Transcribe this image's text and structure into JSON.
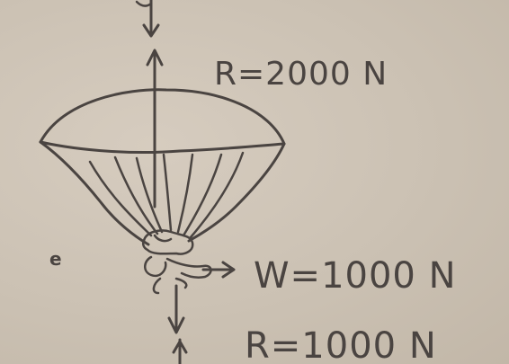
{
  "labels": {
    "resistance_top": "R=2000 N",
    "weight": "W=1000 N",
    "resistance_bottom": "R=1000 N",
    "marker": "e"
  },
  "colors": {
    "paper": "#cfc5b8",
    "ink": "#4a4441"
  }
}
